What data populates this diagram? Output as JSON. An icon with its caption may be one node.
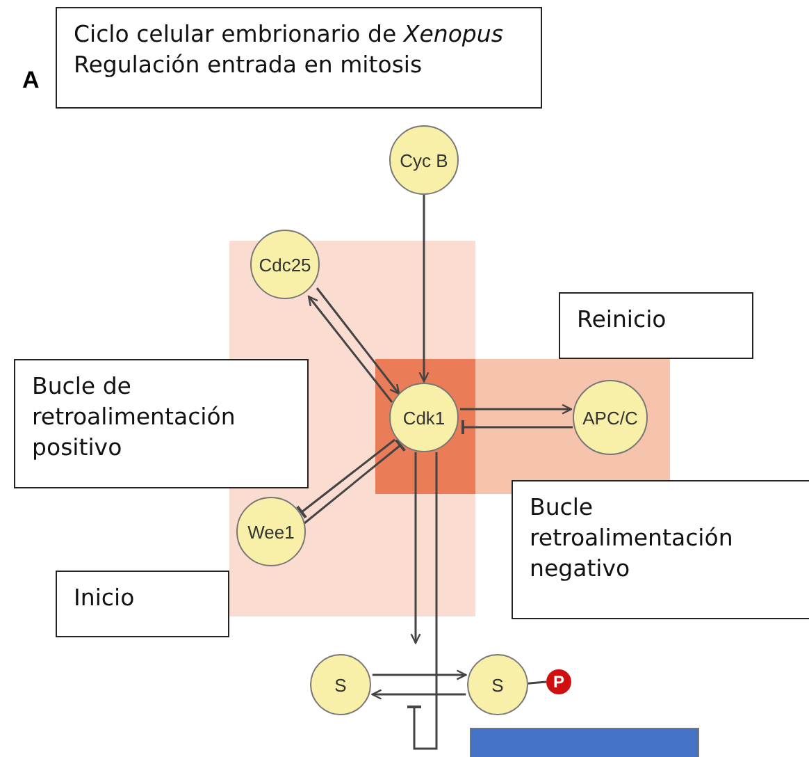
{
  "diagram": {
    "nodes": [
      {
        "text": [
          "Ciclo celular embrionario de *Xenopus* Regulación entrada en mitosis"
        ]
      },
      {
        "text": [
          "Cyc B"
        ]
      },
      {
        "text": [
          "Cdc25"
        ]
      },
      {
        "text": [
          "Reinicio"
        ]
      },
      {
        "text": [
          "Bucle de retroalimentación positivo"
        ]
      },
      {
        "text": [
          "Cdk1"
        ]
      },
      {
        "text": [
          "APC/C"
        ]
      },
      {
        "text": [
          "Bucle retroalimentación negativo"
        ]
      },
      {
        "text": [
          "Wee1"
        ]
      },
      {
        "text": [
          "Inicio"
        ]
      },
      {
        "text": [
          "S"
        ]
      },
      {
        "text": [
          "S"
        ]
      },
      {
        "text": [
          "P"
        ]
      },
      {
        "text": [],
        "shape": "box"
      }
    ],
    "edges": [
      {
        "from": 1,
        "to": 5,
        "arrow": "to"
      },
      {
        "from": 2,
        "to": 5,
        "arrow": "to"
      },
      {
        "from": 5,
        "to": 2,
        "arrow": "to"
      },
      {
        "from": 5,
        "to": 6,
        "arrow": "to"
      },
      {
        "from": 6,
        "to": 5,
        "arrow": "other"
      },
      {
        "from": 5,
        "to": 8,
        "arrow": "other"
      },
      {
        "from": 8,
        "to": 5,
        "arrow": "other"
      },
      {
        "from": 5,
        "to": null,
        "arrow": "to"
      },
      {
        "from": 5,
        "to": null,
        "arrow": "other"
      },
      {
        "from": 10,
        "to": 11,
        "arrow": "to"
      },
      {
        "from": 11,
        "to": 10,
        "arrow": "to"
      },
      {
        "from": 11,
        "to": 12,
        "arrow": "none"
      }
    ],
    "labels": [
      "A"
    ]
  }
}
